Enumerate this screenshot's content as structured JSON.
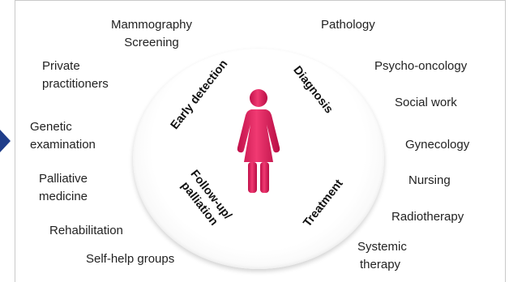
{
  "center_segments": {
    "early_detection": "Early detection",
    "diagnosis": "Diagnosis",
    "follow_up_line1": "Follow-up/",
    "follow_up_line2": "palliation",
    "treatment": "Treatment"
  },
  "outer_labels": {
    "mammography_line1": "Mammography",
    "mammography_line2": "Screening",
    "pathology": "Pathology",
    "private_line1": "Private",
    "private_line2": "practitioners",
    "psycho_oncology": "Psycho-oncology",
    "social_work": "Social work",
    "genetic_line1": "Genetic",
    "genetic_line2": "examination",
    "gynecology": "Gynecology",
    "palliative_line1": "Palliative",
    "palliative_line2": "medicine",
    "nursing": "Nursing",
    "radiotherapy": "Radiotherapy",
    "rehabilitation": "Rehabilitation",
    "systemic_line1": "Systemic",
    "systemic_line2": "therapy",
    "self_help": "Self-help groups"
  },
  "icons": {
    "center": "woman-figure-icon",
    "side": "arrow-right-icon"
  },
  "colors": {
    "woman_figure": "#e8195a",
    "arrow": "#1f3d8a"
  }
}
